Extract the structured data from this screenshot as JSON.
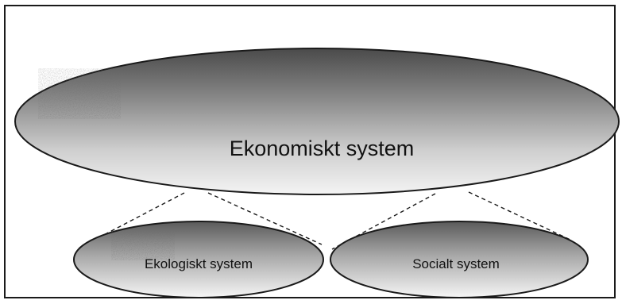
{
  "diagram": {
    "main_label": "Ekonomiskt system",
    "left_label": "Ekologiskt system",
    "right_label": "Socialt system"
  }
}
